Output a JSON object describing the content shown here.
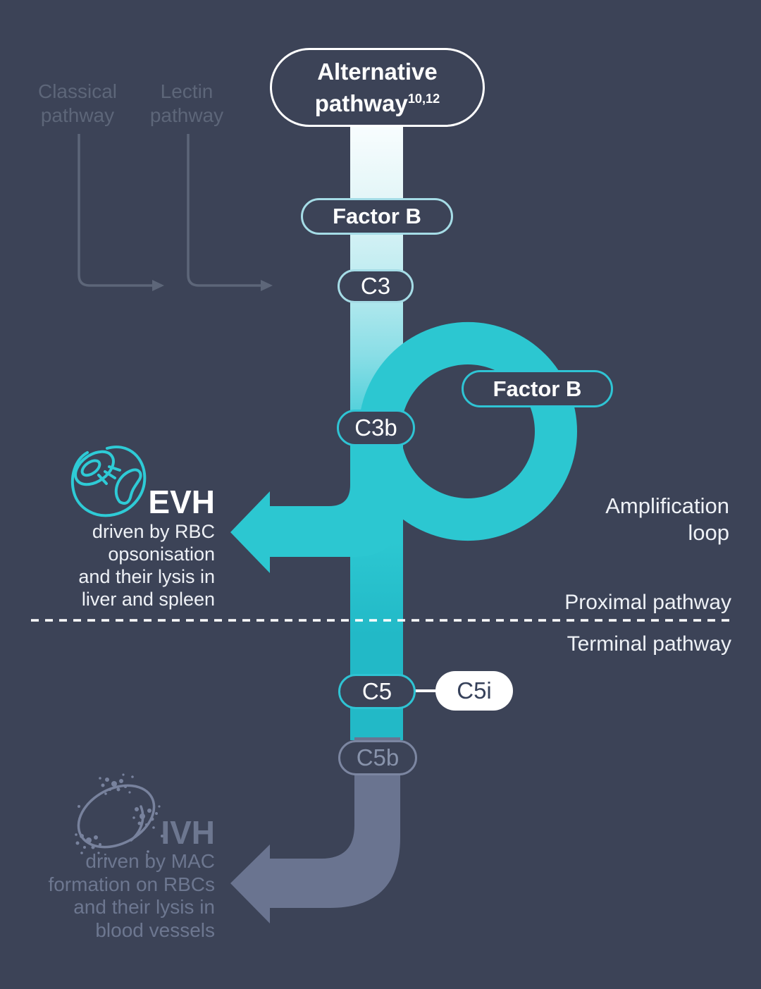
{
  "colors": {
    "bg": "#3c4357",
    "teal": "#2cc7d1",
    "tealBorder": "#2fc4d4",
    "paleBorder": "#a5dce6",
    "white": "#ffffff",
    "grayArrow": "#6a7490",
    "grayBorder": "#7c86a1",
    "grayText": "#8893ab",
    "mutedText": "#5d6679",
    "fadedText": "#6d7790",
    "navyText": "#36415a",
    "iconTeal": "#2ecbd6",
    "iconGray": "#78829d",
    "lightText": "#eef1f6"
  },
  "nodes": {
    "alternative": {
      "line1": "Alternative",
      "line2": "pathway",
      "sup": "10,12"
    },
    "factor_b_top": {
      "label": "Factor B"
    },
    "c3": {
      "label": "C3"
    },
    "factor_b_loop": {
      "label": "Factor B"
    },
    "c3b": {
      "label": "C3b"
    },
    "c5": {
      "label": "C5"
    },
    "c5i": {
      "label": "C5i"
    },
    "c5b": {
      "label": "C5b"
    }
  },
  "side_pathways": {
    "classical": {
      "lines": [
        "Classical",
        "pathway"
      ]
    },
    "lectin": {
      "lines": [
        "Lectin",
        "pathway"
      ]
    }
  },
  "annotations": {
    "amplification": {
      "lines": [
        "Amplification",
        "loop"
      ]
    },
    "proximal": {
      "label": "Proximal pathway"
    },
    "terminal": {
      "label": "Terminal pathway"
    }
  },
  "evh": {
    "title": "EVH",
    "lines": [
      "driven by RBC",
      "opsonisation",
      "and their lysis in",
      "liver and spleen"
    ]
  },
  "ivh": {
    "title": "IVH",
    "lines": [
      "driven by MAC",
      "formation on RBCs",
      "and their lysis in",
      "blood vessels"
    ]
  }
}
